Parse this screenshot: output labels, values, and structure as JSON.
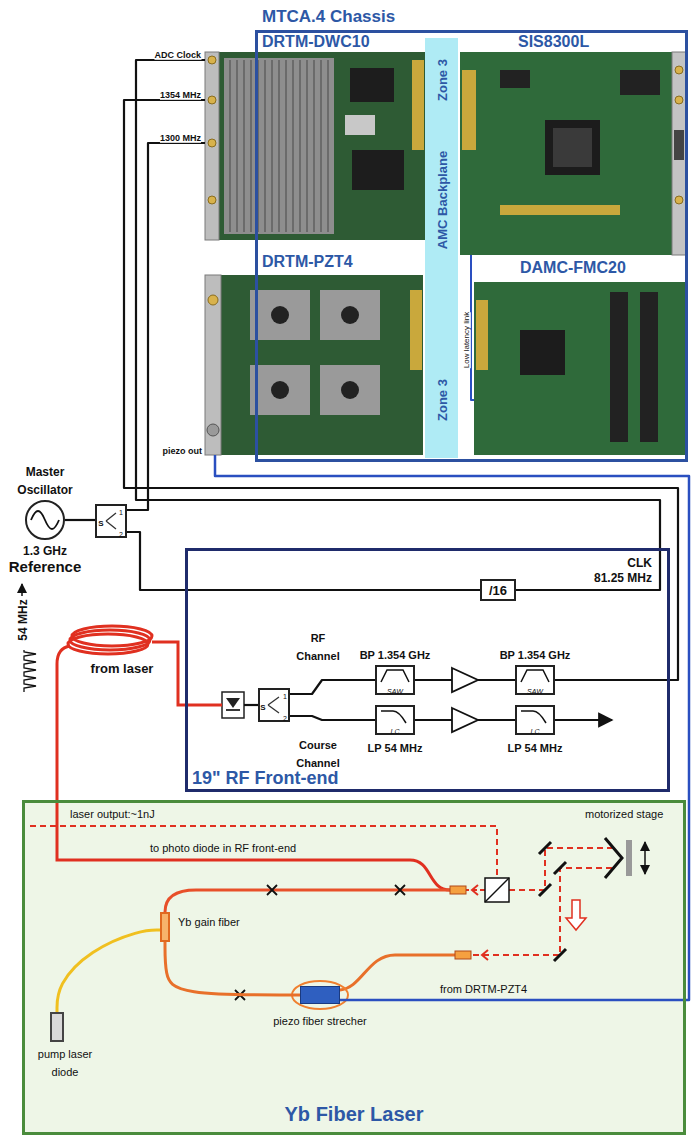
{
  "diagram": {
    "nodes": [
      {
        "text": [
          "MTCA.4 Chassis"
        ]
      },
      {
        "text": [
          "DRTM-DWC10"
        ],
        "in": 0
      },
      {
        "text": [
          "SIS8300L"
        ],
        "in": 0
      },
      {
        "text": [
          "Zone 3",
          "AMC Backplane",
          "Zone 3"
        ],
        "in": 0
      },
      {
        "text": [
          "DRTM-PZT4"
        ],
        "in": 0
      },
      {
        "text": [
          "DAMC-FMC20"
        ],
        "in": 0
      },
      {
        "text": [
          "Master Oscillator",
          "1.3 GHz",
          "Reference"
        ]
      },
      {
        "text": [
          "S",
          "1",
          "2"
        ]
      },
      {
        "text": [
          "19\" RF Front-end"
        ]
      },
      {
        "text": [
          "/16"
        ],
        "in": 8
      },
      {
        "text": [
          "S",
          "1",
          "2"
        ],
        "in": 8
      },
      {
        "text": [
          "BP 1.354 GHz",
          "SAW"
        ],
        "in": 8
      },
      {
        "text": [
          "BP 1.354 GHz",
          "SAW"
        ],
        "in": 8
      },
      {
        "text": [
          "LP 54 MHz",
          "LC"
        ],
        "in": 8
      },
      {
        "text": [
          "LP 54 MHz",
          "LC"
        ],
        "in": 8
      },
      {
        "text": [
          "Yb Fiber Laser"
        ]
      },
      {
        "text": [
          "Yb gain fiber"
        ],
        "in": 15
      },
      {
        "text": [
          "pump laser diode"
        ],
        "in": 15
      },
      {
        "text": [
          "piezo fiber strecher"
        ],
        "in": 15
      }
    ],
    "edges": [
      {
        "from": 6,
        "to": 7,
        "arrow": "none"
      },
      {
        "from": 7,
        "to": 1,
        "label": "1300 MHz",
        "arrow": "none"
      },
      {
        "from": 7,
        "to": 9,
        "arrow": "none"
      },
      {
        "from": 9,
        "to": 1,
        "label": "ADC Clock",
        "arrow": "none"
      },
      {
        "from": 12,
        "to": 1,
        "label": "1354 MHz",
        "arrow": "none"
      },
      {
        "from": 10,
        "to": 11,
        "arrow": "none"
      },
      {
        "from": 11,
        "to": 12,
        "arrow": "none"
      },
      {
        "from": 10,
        "to": 13,
        "arrow": "none"
      },
      {
        "from": 13,
        "to": 14,
        "arrow": "none"
      },
      {
        "from": 2,
        "to": 5,
        "label": "Low latency link",
        "arrow": "none"
      },
      {
        "from": 4,
        "to": 18,
        "label": "piezo out",
        "arrow": "none"
      },
      {
        "from": 17,
        "to": 16,
        "arrow": "none"
      },
      {
        "from": 16,
        "to": 18,
        "arrow": "none"
      }
    ],
    "labels": [
      "CLK",
      "81.25 MHz",
      "from laser",
      "54 MHz",
      "RF Channel",
      "Course Channel",
      "laser output:~1nJ",
      "motorized stage",
      "to photo diode in RF front-end",
      "from DRTM-PZT4"
    ]
  }
}
